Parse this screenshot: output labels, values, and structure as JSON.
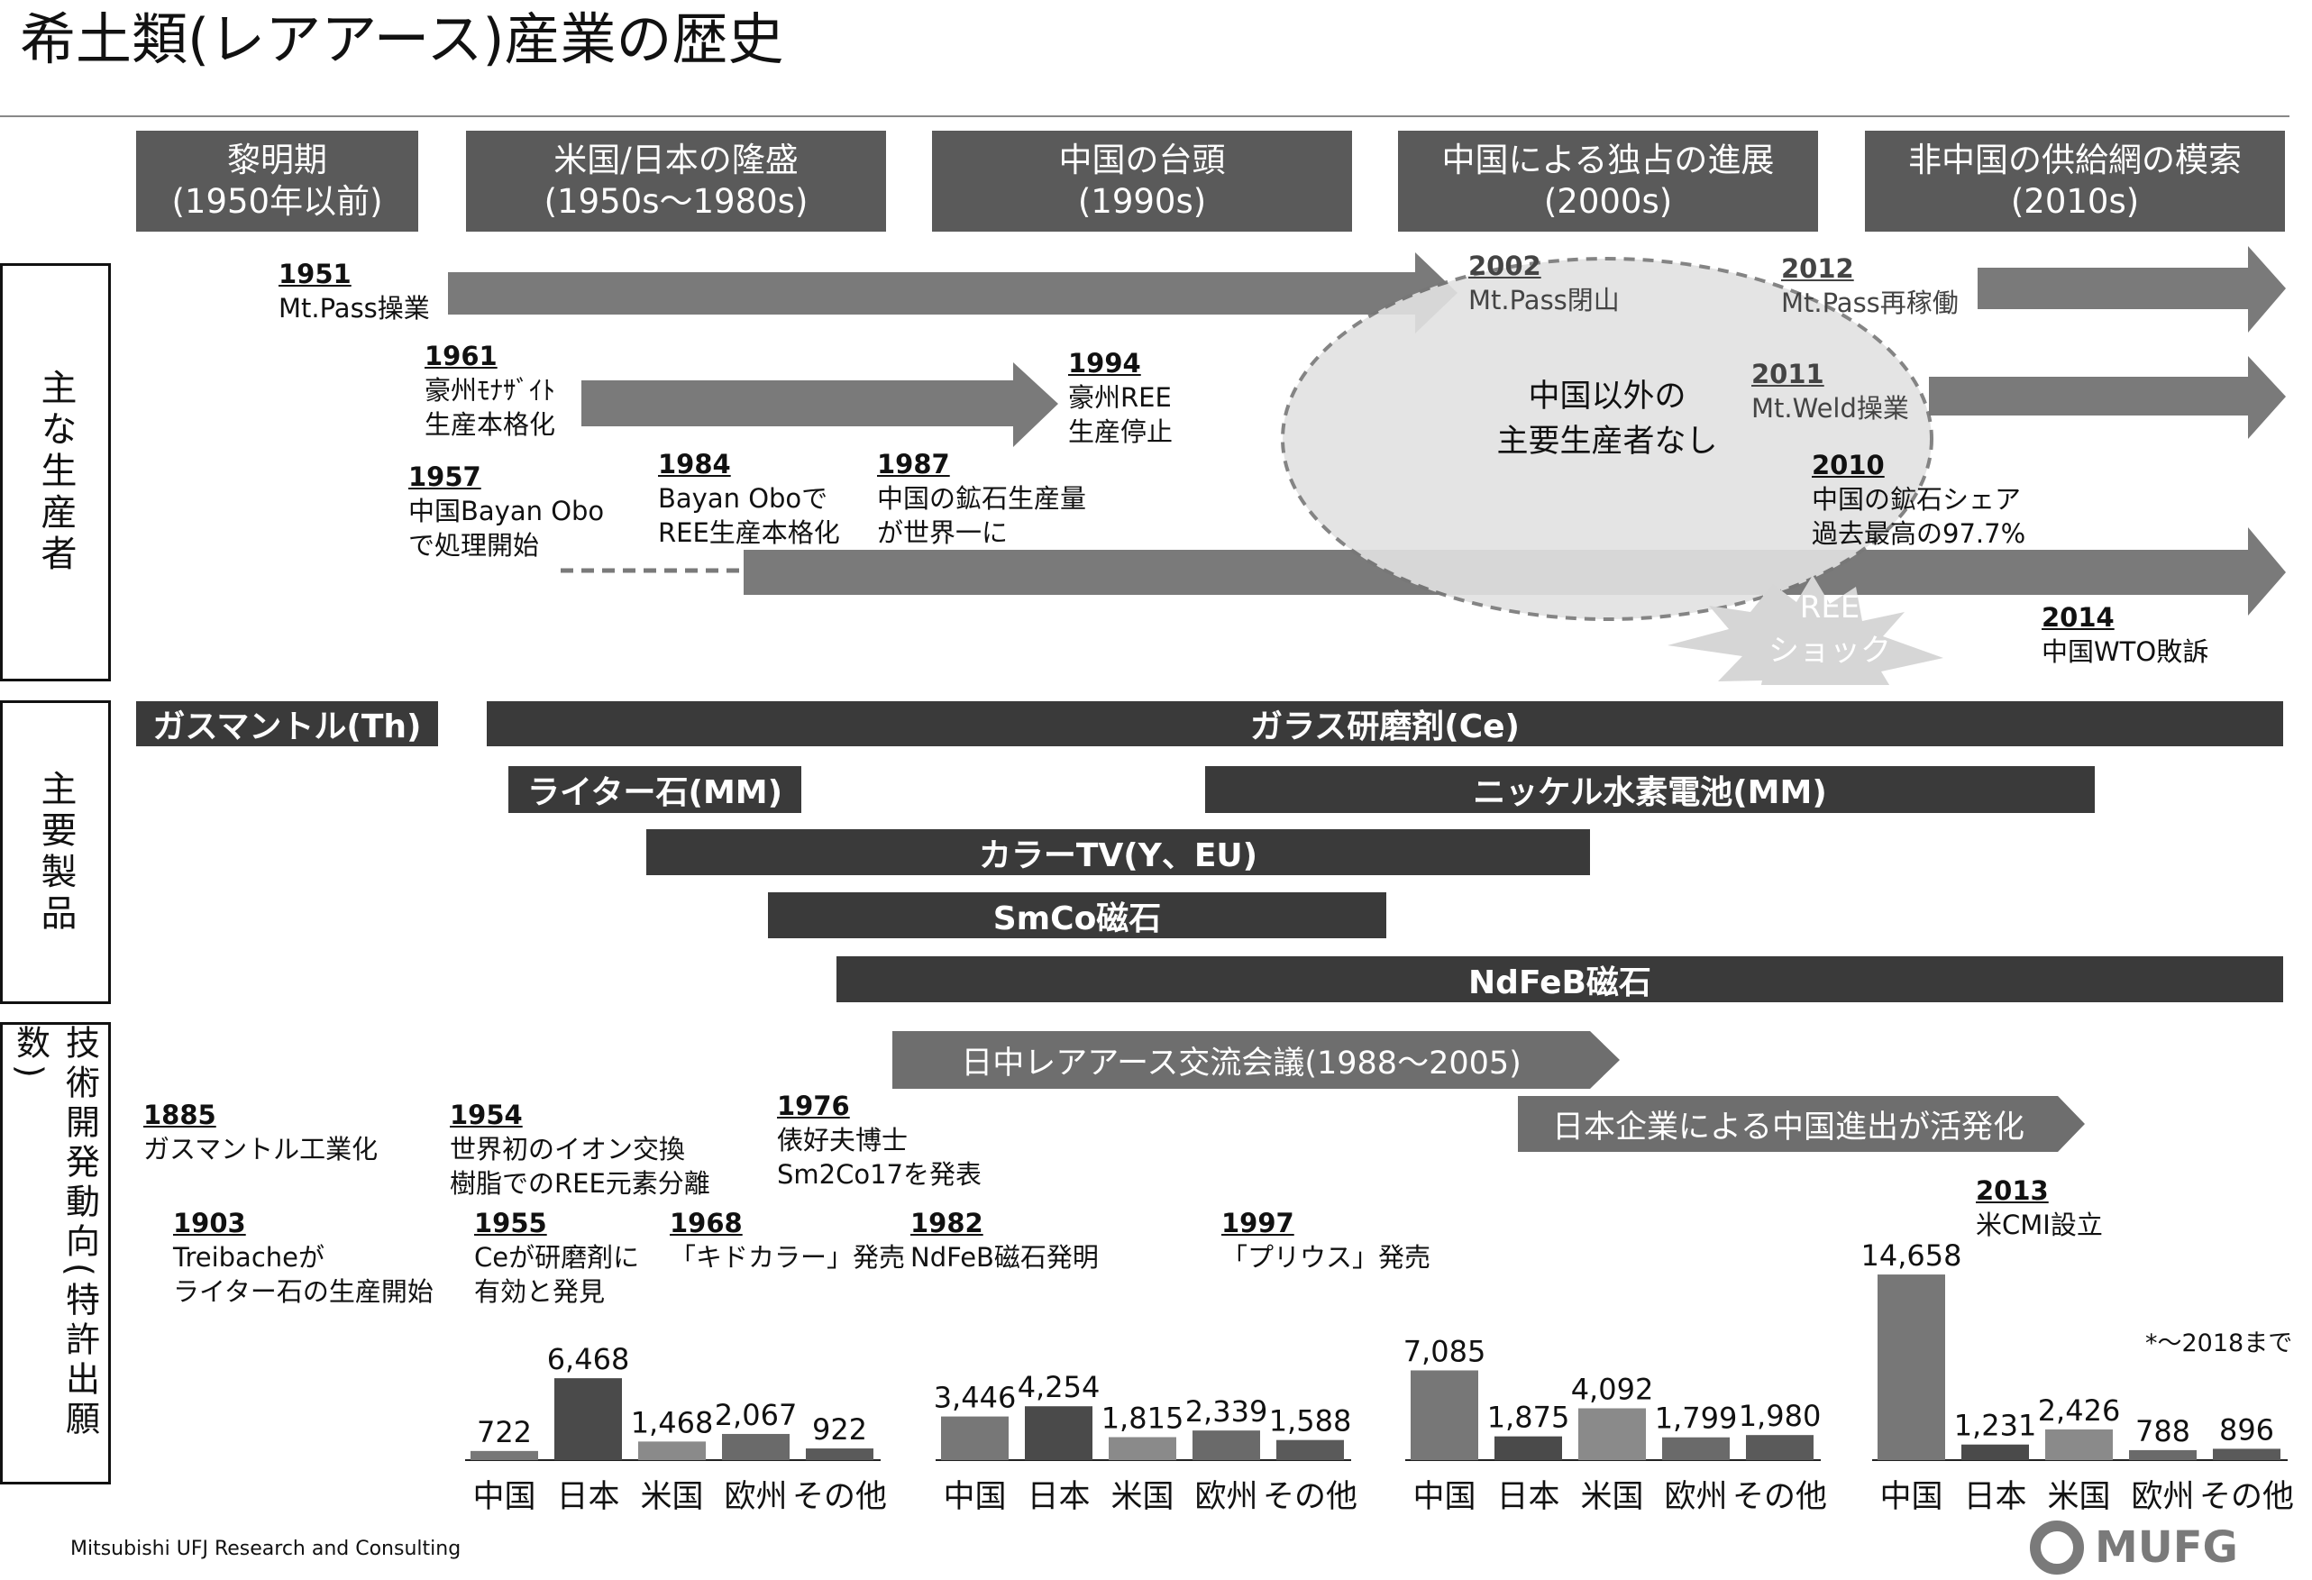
{
  "title": "希土類(レアアース)産業の歴史",
  "eras": [
    {
      "name": "黎明期",
      "period": "(1950年以前)"
    },
    {
      "name": "米国/日本の隆盛",
      "period": "(1950s〜1980s)"
    },
    {
      "name": "中国の台頭",
      "period": "(1990s)"
    },
    {
      "name": "中国による独占の進展",
      "period": "(2000s)"
    },
    {
      "name": "非中国の供給網の模索",
      "period": "(2010s)"
    }
  ],
  "sections": {
    "producers": "主な生産者",
    "products": "主要製品",
    "tech": "技術開発動向(特許出願数)"
  },
  "producer_events": [
    {
      "year": "1951",
      "text": "Mt.Pass操業"
    },
    {
      "year": "2002",
      "text": "Mt.Pass閉山"
    },
    {
      "year": "2012",
      "text": "Mt.Pass再稼働"
    },
    {
      "year": "1961",
      "text": "豪州ﾓﾅｻﾞｲﾄ\n生産本格化"
    },
    {
      "year": "1994",
      "text": "豪州REE\n生産停止"
    },
    {
      "year": "2011",
      "text": "Mt.Weld操業"
    },
    {
      "year": "1957",
      "text": "中国Bayan Obo\nで処理開始"
    },
    {
      "year": "1984",
      "text": "Bayan Oboで\nREE生産本格化"
    },
    {
      "year": "1987",
      "text": "中国の鉱石生産量\nが世界一に"
    },
    {
      "year": "2010",
      "text": "中国の鉱石シェア\n過去最高の97.7%"
    },
    {
      "year": "2014",
      "text": "中国WTO敗訴"
    }
  ],
  "no_producer_text": "中国以外の\n主要生産者なし",
  "ree_shock": "REE\nショック",
  "products": [
    "ガスマントル(Th)",
    "ガラス研磨剤(Ce)",
    "ライター石(MM)",
    "ニッケル水素電池(MM)",
    "カラーTV(Y、EU)",
    "SmCo磁石",
    "NdFeB磁石"
  ],
  "banners": [
    "日中レアアース交流会議(1988〜2005)",
    "日本企業による中国進出が活発化"
  ],
  "tech_events": [
    {
      "year": "1885",
      "text": "ガスマントル工業化"
    },
    {
      "year": "1954",
      "text": "世界初のイオン交換\n樹脂でのREE元素分離"
    },
    {
      "year": "1976",
      "text": "俵好夫博士\nSm2Co17を発表"
    },
    {
      "year": "1903",
      "text": "Treibacheが\nライター石の生産開始"
    },
    {
      "year": "1955",
      "text": "Ceが研磨剤に\n有効と発見"
    },
    {
      "year": "1968",
      "text": "「キドカラー」発売"
    },
    {
      "year": "1982",
      "text": "NdFeB磁石発明"
    },
    {
      "year": "1997",
      "text": "「プリウス」発売"
    },
    {
      "year": "2013",
      "text": "米CMI設立"
    }
  ],
  "chart_note": "*〜2018まで",
  "chart_data": [
    {
      "type": "bar",
      "categories": [
        "中国",
        "日本",
        "米国",
        "欧州",
        "その他"
      ],
      "values": [
        722,
        6468,
        1468,
        2067,
        922
      ],
      "value_labels": [
        "722",
        "6,468",
        "1,468",
        "2,067",
        "922"
      ]
    },
    {
      "type": "bar",
      "categories": [
        "中国",
        "日本",
        "米国",
        "欧州",
        "その他"
      ],
      "values": [
        3446,
        4254,
        1815,
        2339,
        1588
      ],
      "value_labels": [
        "3,446",
        "4,254",
        "1,815",
        "2,339",
        "1,588"
      ]
    },
    {
      "type": "bar",
      "categories": [
        "中国",
        "日本",
        "米国",
        "欧州",
        "その他"
      ],
      "values": [
        7085,
        1875,
        4092,
        1799,
        1980
      ],
      "value_labels": [
        "7,085",
        "1,875",
        "4,092",
        "1,799",
        "1,980"
      ]
    },
    {
      "type": "bar",
      "categories": [
        "中国",
        "日本",
        "米国",
        "欧州",
        "その他"
      ],
      "values": [
        14658,
        1231,
        2426,
        788,
        896
      ],
      "value_labels": [
        "14,658",
        "1,231",
        "2,426",
        "788",
        "896"
      ]
    }
  ],
  "footer": {
    "company": "Mitsubishi UFJ Research and Consulting",
    "logo": "MUFG"
  }
}
